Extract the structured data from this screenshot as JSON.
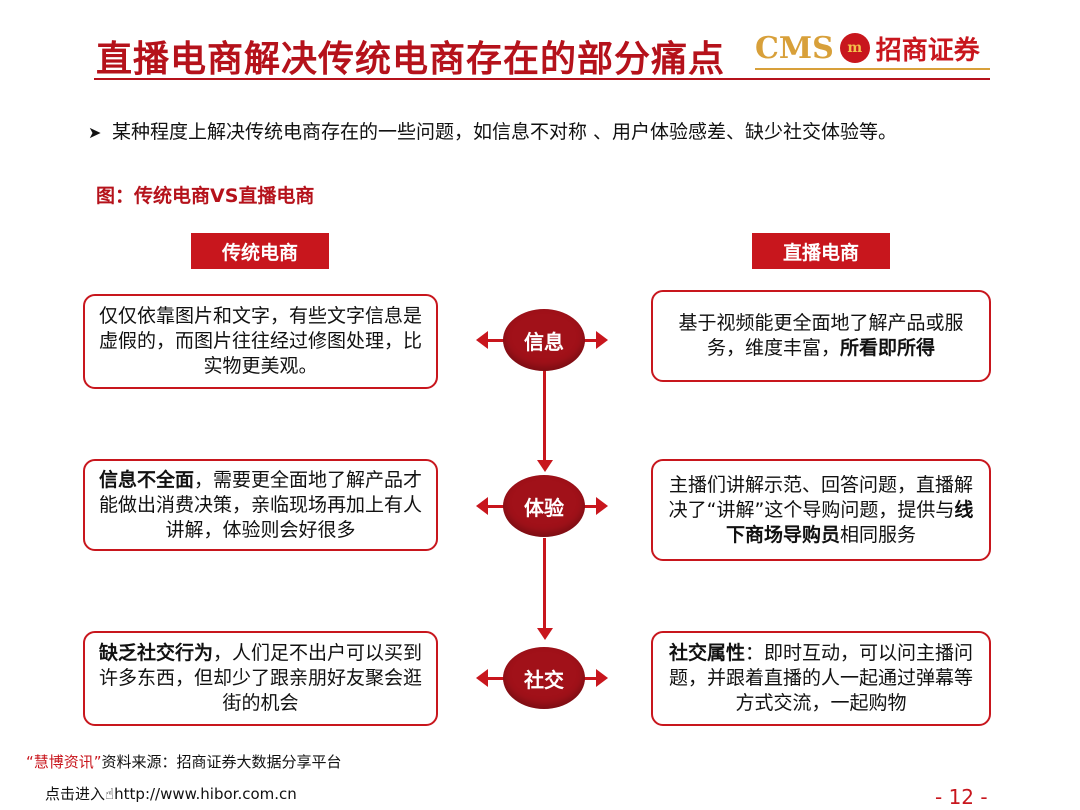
{
  "slide": {
    "title": "直播电商解决传统电商存在的部分痛点",
    "logo": {
      "latin": "CMS",
      "seal": "m",
      "name": "招商证券"
    },
    "bullet": "某种程度上解决传统电商存在的一些问题，如信息不对称 、用户体验感差、缺少社交体验等。",
    "figure_caption": "图：传统电商VS直播电商",
    "left_header": "传统电商",
    "right_header": "直播电商",
    "rows": [
      {
        "label": "信息",
        "left": {
          "bold": "",
          "text": "仅仅依靠图片和文字，有些文字信息是虚假的，而图片往往经过修图处理，比实物更美观。"
        },
        "right": {
          "pre": "基于视频能更全面地了解产品或服务，维度丰富，",
          "bold": "所看即所得",
          "post": ""
        }
      },
      {
        "label": "体验",
        "left": {
          "bold": "信息不全面",
          "text": "，需要更全面地了解产品才能做出消费决策，亲临现场再加上有人讲解，体验则会好很多"
        },
        "right": {
          "pre": "主播们讲解示范、回答问题，直播解决了“讲解”这个导购问题，提供与",
          "bold": "线下商场导购员",
          "post": "相同服务"
        }
      },
      {
        "label": "社交",
        "left": {
          "bold": "缺乏社交行为",
          "text": "，人们足不出户可以买到许多东西，但却少了跟亲朋好友聚会逛街的机会"
        },
        "right": {
          "pre": "",
          "bold": "社交属性",
          "post": "：即时互动，可以问主播问题，并跟着直播的人一起通过弹幕等方式交流，一起购物"
        }
      }
    ],
    "watermark": {
      "line1_red": "“慧博资讯”",
      "line1_rest": "资料来源：招商证券大数据分享平台",
      "line2_prefix": "点击进入",
      "line2_url": "http://www.hibor.com.cn"
    },
    "page_number": "- 12 -"
  }
}
